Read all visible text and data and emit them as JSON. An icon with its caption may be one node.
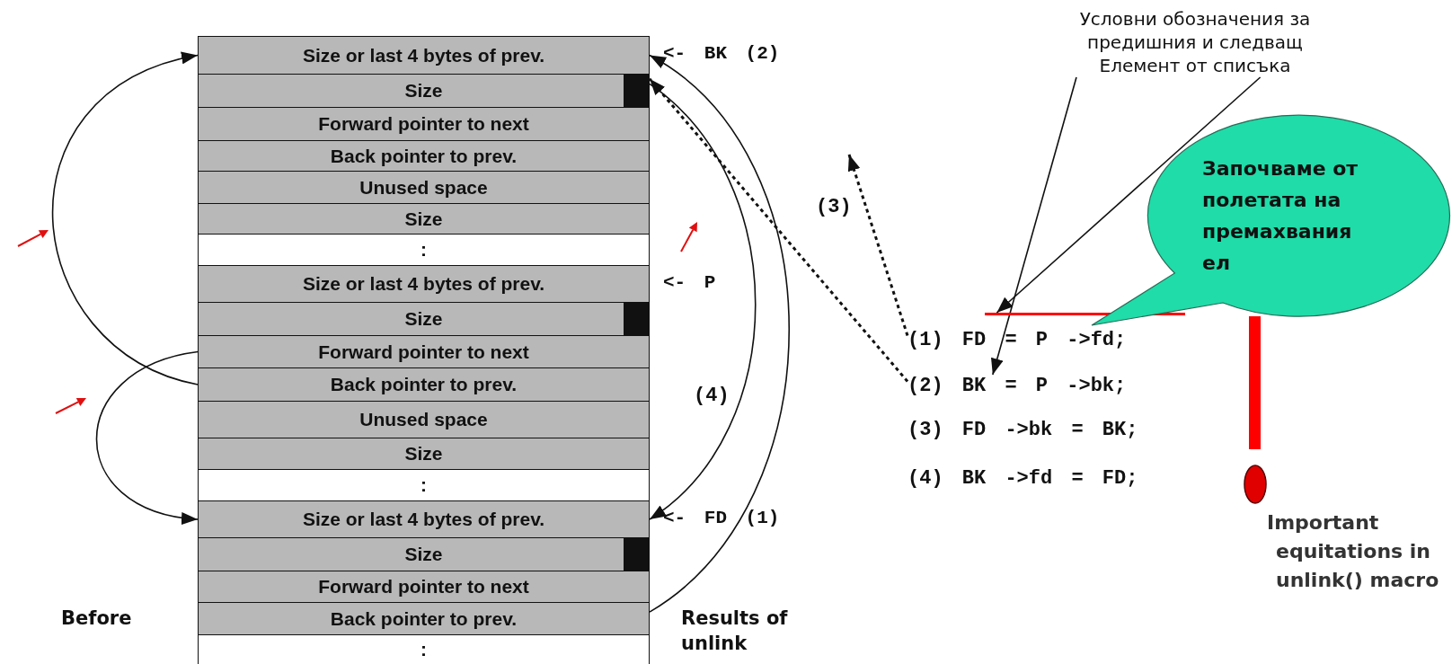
{
  "diagram": {
    "nodes": [
      {
        "text": [
          "Size or last 4 bytes of prev."
        ],
        "beside": [
          "<- BK (2)"
        ]
      },
      {
        "text": [
          "Size"
        ]
      },
      {
        "text": [
          "Forward pointer to next"
        ]
      },
      {
        "text": [
          "Back pointer to prev."
        ]
      },
      {
        "text": [
          "Unused space"
        ]
      },
      {
        "text": [
          "Size"
        ]
      },
      {
        "text": [
          ":"
        ]
      },
      {
        "text": [
          "Size or last 4 bytes of prev."
        ],
        "beside": [
          "<- P"
        ]
      },
      {
        "text": [
          "Size"
        ]
      },
      {
        "text": [
          "Forward pointer to next"
        ]
      },
      {
        "text": [
          "Back pointer to prev."
        ]
      },
      {
        "text": [
          "Unused space"
        ]
      },
      {
        "text": [
          "Size"
        ]
      },
      {
        "text": [
          ":"
        ]
      },
      {
        "text": [
          "Size or last 4 bytes of prev."
        ],
        "beside": [
          "<- FD (1)"
        ]
      },
      {
        "text": [
          "Size"
        ]
      },
      {
        "text": [
          "Forward pointer to next"
        ]
      },
      {
        "text": [
          "Back pointer to prev."
        ]
      },
      {
        "text": [
          ":"
        ]
      },
      {
        "text": [
          "Условни обозначения за предишния и следващ Елемент от списъка"
        ]
      },
      {
        "text": [],
        "shape": "line"
      },
      {
        "text": [
          "Започваме от полетата на премахвания ел"
        ]
      },
      {
        "text": [
          "(1) FD = P ->fd;"
        ]
      },
      {
        "text": [
          "(2) BK = P ->bk;"
        ]
      }
    ],
    "edges": [
      {
        "from": 10,
        "to": 0,
        "arrow": "to"
      },
      {
        "from": 9,
        "to": 14,
        "arrow": "to"
      },
      {
        "from": 17,
        "to": 0,
        "arrow": "to"
      },
      {
        "from": 1,
        "to": 14,
        "arrow": "to"
      },
      {
        "from": 23,
        "to": 1,
        "arrow": "to",
        "style": "dashed"
      },
      {
        "from": 22,
        "to": null,
        "arrow": "to",
        "style": "dashed"
      },
      {
        "from": 19,
        "to": 20,
        "arrow": "to"
      },
      {
        "from": 19,
        "to": 23,
        "arrow": "to"
      }
    ],
    "labels": [
      "(3)",
      "(4)",
      "(3) FD ->bk = BK;",
      "(4) BK ->fd = FD;",
      "Important equitations in unlink() macro",
      "Before",
      "Results of unlink"
    ]
  }
}
